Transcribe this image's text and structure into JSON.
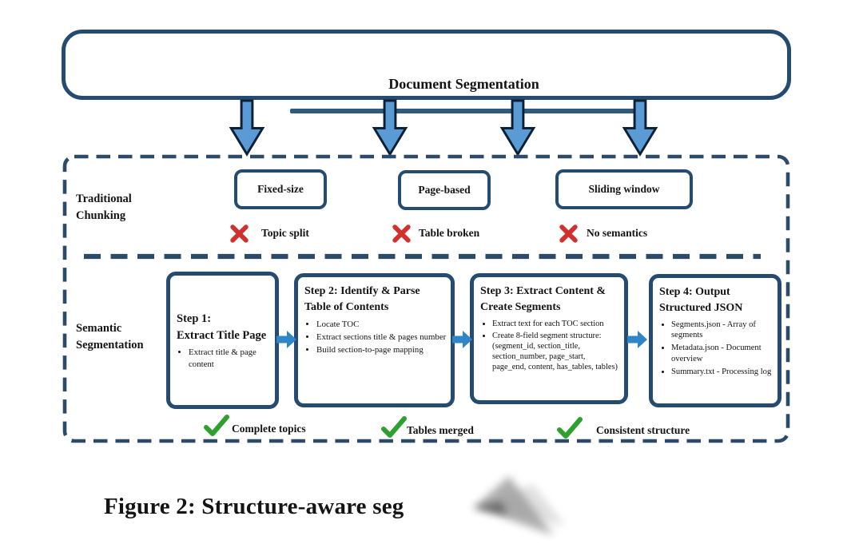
{
  "header": {
    "title": "Document Segmentation"
  },
  "sections": {
    "traditional": {
      "label_line1": "Traditional",
      "label_line2": "Chunking",
      "methods": [
        {
          "name": "Fixed-size",
          "issue": "Topic split",
          "icon": "red-x-icon"
        },
        {
          "name": "Page-based",
          "issue": "Table broken",
          "icon": "red-x-icon"
        },
        {
          "name": "Sliding window",
          "issue": "No semantics",
          "icon": "red-x-icon"
        }
      ]
    },
    "semantic": {
      "label_line1": "Semantic",
      "label_line2": "Segmentation",
      "steps": [
        {
          "title_line1": "Step 1:",
          "title_line2": "Extract Title Page",
          "bullets": [
            "Extract title & page content"
          ]
        },
        {
          "title_line1": "Step 2: Identify & Parse",
          "title_line2": "Table of Contents",
          "bullets": [
            "Locate TOC",
            "Extract sections title & pages number",
            "Build section-to-page mapping"
          ]
        },
        {
          "title_line1": "Step 3: Extract Content &",
          "title_line2": "Create Segments",
          "bullets": [
            "Extract text for each TOC section",
            "Create 8-field segment structure: (segment_id, section_title, section_number, page_start, page_end, content, has_tables, tables)"
          ]
        },
        {
          "title_line1": "Step 4: Output",
          "title_line2": "Structured JSON",
          "bullets": [
            "Segments.json - Array of segments",
            "Metadata.json - Document overview",
            "Summary.txt - Processing log"
          ]
        }
      ],
      "benefits": [
        {
          "label": "Complete topics",
          "icon": "green-check-icon"
        },
        {
          "label": "Tables merged",
          "icon": "green-check-icon"
        },
        {
          "label": "Consistent structure",
          "icon": "green-check-icon"
        }
      ]
    }
  },
  "caption": "Figure 2: Structure-aware seg",
  "colors": {
    "box_border_navy": "#254b70",
    "dashed_border_navy": "#2d4a68",
    "title_underline": "#2e5a7e",
    "down_arrow_fill": "#5b9bd5",
    "down_arrow_outline": "#0e2034",
    "step_arrow_blue": "#2e86c6",
    "error_red": "#d22f2f",
    "success_green": "#2fa02f",
    "text": "#141414",
    "background": "#ffffff"
  }
}
